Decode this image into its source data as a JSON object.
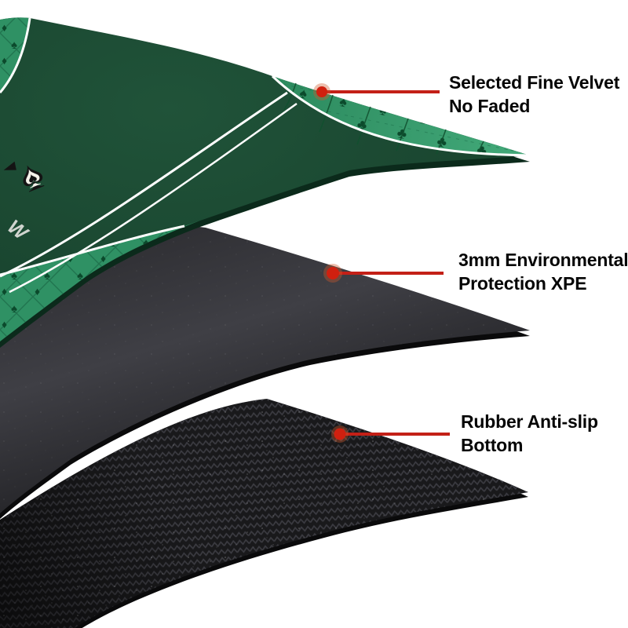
{
  "diagram": {
    "subject": "poker mat layer construction",
    "callouts": [
      {
        "line1": "Selected Fine Velvet",
        "line2": "No Faded"
      },
      {
        "line1": "3mm Environmental",
        "line2": "Protection XPE"
      },
      {
        "line1": "Rubber Anti-slip",
        "line2": "Bottom"
      }
    ],
    "decor": {
      "spade_logo": "♠",
      "watermark_letter": "W",
      "suit_club": "♣",
      "suit_spade": "♠",
      "suit_diamond": "♦"
    },
    "colors": {
      "callout_red": "#c32017",
      "dot_red": "#d0200f",
      "dot_halo": "#cf5a2e",
      "felt_green": "#1b4a33",
      "border_band_green": "#2f9164",
      "suit_dark_green": "#0b4a2c",
      "xpe_gray": "#323236",
      "rubber_black": "#19191b",
      "line_white": "#ffffff",
      "text_black": "#050505"
    }
  }
}
